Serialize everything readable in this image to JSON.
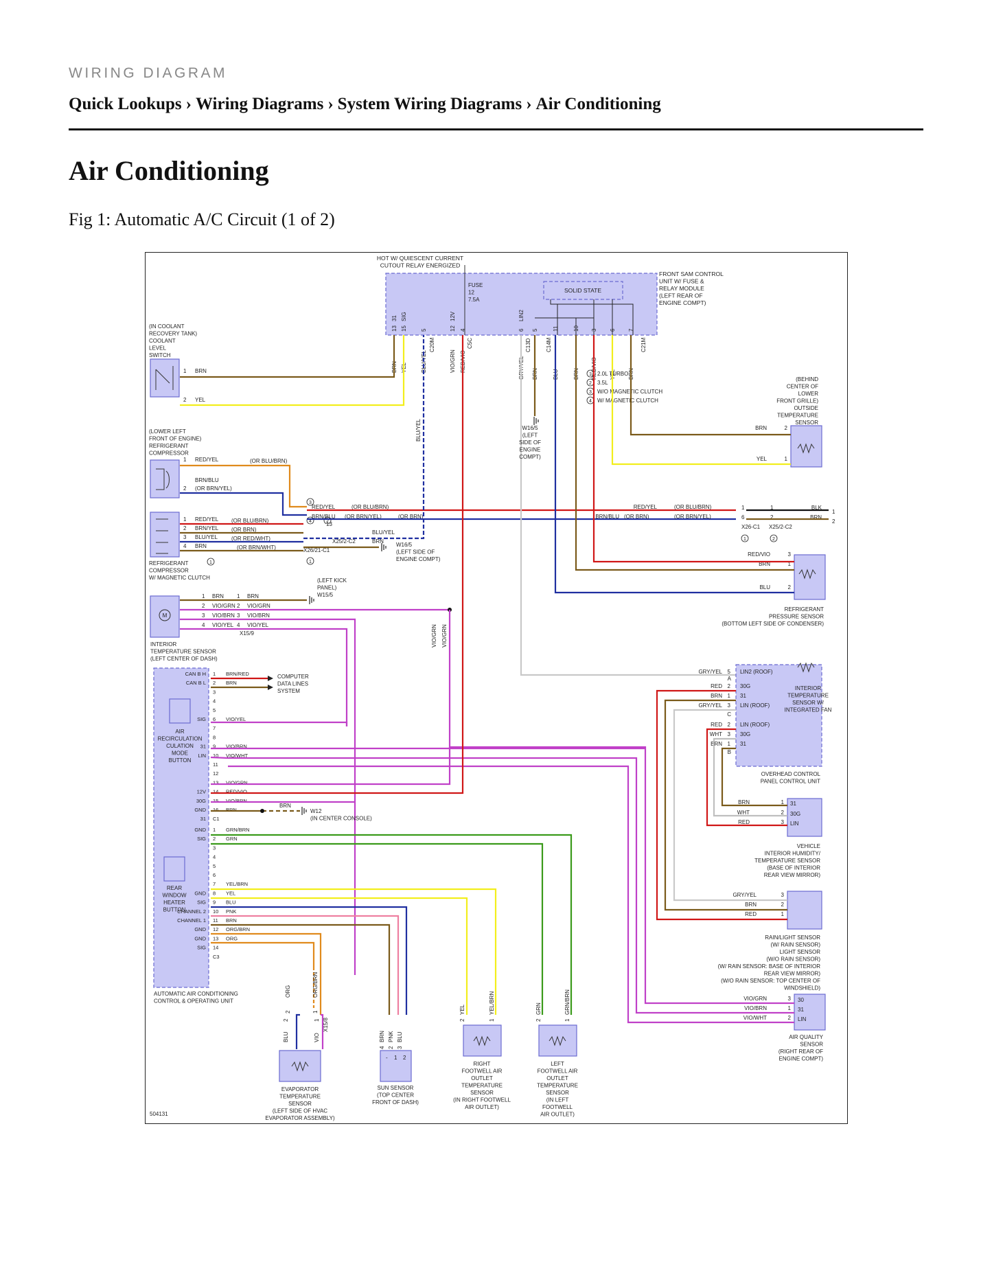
{
  "header": {
    "kicker": "WIRING DIAGRAM",
    "breadcrumb": [
      "Quick Lookups",
      "Wiring Diagrams",
      "System Wiring Diagrams",
      "Air Conditioning"
    ],
    "separator": "›"
  },
  "page_title": "Air Conditioning",
  "figure_caption": "Fig 1: Automatic A/C Circuit (1 of 2)",
  "diagram": {
    "figure_id": "504131",
    "power_note": [
      "HOT W/ QUIESCENT CURRENT",
      "CUTOUT RELAY ENERGIZED"
    ],
    "sam_module": {
      "label": [
        "FRONT SAM CONTROL",
        "UNIT W/ FUSE &",
        "RELAY MODULE",
        "(LEFT REAR OF",
        "ENGINE COMPT)"
      ],
      "fuse": [
        "FUSE",
        "12",
        "7.5A"
      ],
      "solid_state": "SOLID STATE",
      "pins_left": [
        {
          "num": "13",
          "sig": "31",
          "wire": "BRN"
        },
        {
          "num": "15",
          "sig": "SIG",
          "wire": "YEL"
        },
        {
          "num": "5",
          "sig": "",
          "wire": "BLU/YEL"
        },
        {
          "num": "12",
          "sig": "12V",
          "wire": "VIO/GRN"
        },
        {
          "num": "4",
          "sig": "",
          "wire": "RED/VIO"
        }
      ],
      "pins_right": [
        {
          "num": "6",
          "sig": "LIN2",
          "wire": "GRY/YEL"
        },
        {
          "num": "5",
          "sig": "",
          "wire": "BRN"
        },
        {
          "num": "11",
          "sig": "",
          "wire": "BLU"
        },
        {
          "num": "10",
          "sig": "",
          "wire": "BRN"
        },
        {
          "num": "3",
          "sig": "",
          "wire": "RED/VIO"
        },
        {
          "num": "6",
          "sig": "",
          "wire": "YEL"
        },
        {
          "num": "7",
          "sig": "",
          "wire": "BRN"
        }
      ],
      "connectors": [
        "C20M",
        "C5C",
        "C13D",
        "C14M",
        "C21M"
      ]
    },
    "legend": [
      {
        "num": "1",
        "text": "2.0L TURBO"
      },
      {
        "num": "2",
        "text": "3.5L"
      },
      {
        "num": "3",
        "text": "W/O MAGNETIC CLUTCH"
      },
      {
        "num": "4",
        "text": "W/ MAGNETIC CLUTCH"
      }
    ],
    "components": {
      "coolant_switch": [
        "(IN COOLANT",
        "RECOVERY TANK)",
        "COOLANT",
        "LEVEL",
        "SWITCH"
      ],
      "coolant_pins": [
        {
          "pin": "1",
          "wire": "BRN"
        },
        {
          "pin": "2",
          "wire": "YEL"
        }
      ],
      "outside_temp": [
        "(BEHIND",
        "CENTER OF",
        "LOWER",
        "FRONT GRILLE)",
        "OUTSIDE",
        "TEMPERATURE",
        "SENSOR"
      ],
      "outside_pins": [
        {
          "pin": "2",
          "wire": "BRN"
        },
        {
          "pin": "1",
          "wire": "YEL"
        }
      ],
      "compressor": [
        "(LOWER LEFT",
        "FRONT OF ENGINE)",
        "REFRIGERANT",
        "COMPRESSOR"
      ],
      "compressor_pins": [
        {
          "pin": "1",
          "wire": "RED/YEL",
          "alt": "(OR BLU/BRN)"
        },
        {
          "pin": "2",
          "wire": "BRN/BLU",
          "alt": "(OR BRN/YEL)"
        }
      ],
      "compressor_clutch": [
        "REFRIGERANT",
        "COMPRESSOR",
        "W/ MAGNETIC CLUTCH"
      ],
      "clutch_pins": [
        {
          "pin": "1",
          "wire": "RED/YEL",
          "alt": "(OR BLU/BRN)"
        },
        {
          "pin": "2",
          "wire": "BRN/YEL",
          "alt": "(OR BRN)"
        },
        {
          "pin": "3",
          "wire": "BLU/YEL",
          "alt": "(OR RED/WHT)"
        },
        {
          "pin": "4",
          "wire": "BRN",
          "alt": "(OR BRN/WHT)"
        }
      ],
      "mid_wires": [
        {
          "wire": "RED/YEL",
          "alt": "(OR BLU/BRN)"
        },
        {
          "wire": "BRN/BLU",
          "alt": "(OR BRN/YEL)",
          "alt2": "(OR BRN)"
        },
        {
          "wire": "BLU/YEL"
        },
        {
          "wire": "BRN"
        }
      ],
      "mid_connectors": [
        "X25/2-C2",
        "X26/21-C1",
        "13"
      ],
      "right_wires": [
        {
          "wire": "RED/YEL",
          "alt": "(OR BLU/BRN)",
          "pin": "1",
          "pin2": "1",
          "end": "BLK"
        },
        {
          "wire": "BRN/BLU",
          "alt": "(OR BRN)",
          "alt2": "(OR BRN/YEL)",
          "pin": "6",
          "pin2": "2",
          "end": "BRN"
        }
      ],
      "right_connectors": [
        "X26-C1",
        "X25/2-C2"
      ],
      "ground_w16_top": [
        "W16/5",
        "(LEFT",
        "SIDE OF",
        "ENGINE",
        "COMPT)"
      ],
      "ground_w16_mid": [
        "W16/5",
        "(LEFT SIDE OF",
        "ENGINE COMPT)"
      ],
      "pressure_sensor": [
        "REFRIGERANT",
        "PRESSURE SENSOR",
        "(BOTTOM LEFT SIDE OF CONDENSER)"
      ],
      "pressure_pins": [
        {
          "pin": "3",
          "wire": "RED/VIO"
        },
        {
          "pin": "1",
          "wire": "BRN"
        },
        {
          "pin": "2",
          "wire": "BLU"
        }
      ],
      "interior_temp_dash": [
        "INTERIOR",
        "TEMPERATURE SENSOR",
        "(LEFT CENTER OF DASH)"
      ],
      "dash_pins": [
        {
          "pin": "1",
          "wire": "BRN"
        },
        {
          "pin": "2",
          "wire": "VIO/GRN"
        },
        {
          "pin": "3",
          "wire": "VIO/BRN"
        },
        {
          "pin": "4",
          "wire": "VIO/YEL"
        }
      ],
      "dash_connector": "X15/9",
      "kick_ground": [
        "(LEFT KICK",
        "PANEL)",
        "W15/5"
      ],
      "vertical_labels": [
        "VIO/GRN",
        "VIO/GRN"
      ],
      "overhead": [
        "OVERHEAD CONTROL",
        "PANEL CONTROL UNIT"
      ],
      "overhead_inner": [
        "INTERIOR",
        "TEMPERATURE",
        "SENSOR W/",
        "INTEGRATED FAN"
      ],
      "overhead_pins": [
        {
          "pin": "5",
          "wire": "GRY/YEL",
          "sig": "LIN2 (ROOF)"
        },
        {
          "pin": "2",
          "wire": "RED",
          "sig": "30G"
        },
        {
          "pin": "1",
          "wire": "BRN",
          "sig": "31"
        },
        {
          "pin": "3",
          "wire": "GRY/YEL",
          "sig": "LIN (ROOF)"
        },
        {
          "pin": "2",
          "wire": "RED",
          "sig": "LIN (ROOF)"
        },
        {
          "pin": "3",
          "wire": "WHT",
          "sig": "30G"
        },
        {
          "pin": "1",
          "wire": "BRN",
          "sig": "31"
        }
      ],
      "overhead_connectors": [
        "A",
        "C",
        "B"
      ],
      "humidity": [
        "VEHICLE",
        "INTERIOR HUMIDITY/",
        "TEMPERATURE SENSOR",
        "(BASE OF INTERIOR",
        "REAR VIEW MIRROR)"
      ],
      "humidity_pins": [
        {
          "pin": "1",
          "wire": "BRN",
          "sig": "31"
        },
        {
          "pin": "2",
          "wire": "WHT",
          "sig": "30G"
        },
        {
          "pin": "3",
          "wire": "RED",
          "sig": "LIN"
        }
      ],
      "rain": [
        "RAIN/LIGHT SENSOR",
        "(W/ RAIN SENSOR)",
        "LIGHT SENSOR",
        "(W/O RAIN SENSOR)",
        "(W/ RAIN SENSOR: BASE OF INTERIOR",
        "REAR VIEW MIRROR)",
        "(W/O RAIN SENSOR: TOP CENTER OF",
        "WINDSHIELD)"
      ],
      "rain_pins": [
        {
          "pin": "3",
          "wire": "GRY/YEL"
        },
        {
          "pin": "2",
          "wire": "BRN"
        },
        {
          "pin": "1",
          "wire": "RED"
        }
      ],
      "air_quality": [
        "AIR QUALITY",
        "SENSOR",
        "(RIGHT REAR OF",
        "ENGINE COMPT)"
      ],
      "aq_pins": [
        {
          "pin": "3",
          "wire": "VIO/GRN",
          "sig": "30"
        },
        {
          "pin": "1",
          "wire": "VIO/BRN",
          "sig": "31"
        },
        {
          "pin": "2",
          "wire": "VIO/WHT",
          "sig": "LIN"
        }
      ],
      "control_unit": [
        "AUTOMATIC AIR CONDITIONING",
        "CONTROL & OPERATING UNIT"
      ],
      "recirc": [
        "AIR",
        "RECIRCULATION",
        "CULATION",
        "MODE",
        "BUTTON"
      ],
      "rear_window": [
        "REAR",
        "WINDOW",
        "HEATER",
        "BUTTON"
      ],
      "c1_pins": [
        {
          "pin": "1",
          "sig": "CAN B H",
          "wire": "BRN/RED"
        },
        {
          "pin": "2",
          "sig": "CAN B L",
          "wire": "BRN"
        },
        {
          "pin": "3",
          "sig": "",
          "wire": ""
        },
        {
          "pin": "4",
          "sig": "",
          "wire": ""
        },
        {
          "pin": "5",
          "sig": "",
          "wire": ""
        },
        {
          "pin": "6",
          "sig": "SIG",
          "wire": "VIO/YEL"
        },
        {
          "pin": "7",
          "sig": "",
          "wire": ""
        },
        {
          "pin": "8",
          "sig": "",
          "wire": ""
        },
        {
          "pin": "9",
          "sig": "",
          "wire": "VIO/BRN"
        },
        {
          "pin": "10",
          "sig": "LIN",
          "wire": "VIO/WHT"
        },
        {
          "pin": "11",
          "sig": "",
          "wire": ""
        },
        {
          "pin": "12",
          "sig": "",
          "wire": ""
        },
        {
          "pin": "13",
          "sig": "",
          "wire": "VIO/GRN"
        },
        {
          "pin": "14",
          "sig": "12V",
          "wire": "RED/VIO"
        },
        {
          "pin": "15",
          "sig": "30G",
          "wire": "VIO/BRN"
        },
        {
          "pin": "16",
          "sig": "GND",
          "wire": "BRN"
        }
      ],
      "c1_extra_sigs": {
        "31_at_9": "31",
        "31_at_16": "31"
      },
      "c1_connector": "C1",
      "can_label": [
        "COMPUTER",
        "DATA LINES",
        "SYSTEM"
      ],
      "w12": [
        "W12",
        "(IN CENTER CONSOLE)"
      ],
      "w12_wire": "BRN",
      "c3_pins": [
        {
          "pin": "1",
          "sig": "GND",
          "wire": "GRN/BRN"
        },
        {
          "pin": "2",
          "sig": "SIG",
          "wire": "GRN"
        },
        {
          "pin": "3",
          "sig": "",
          "wire": ""
        },
        {
          "pin": "4",
          "sig": "",
          "wire": ""
        },
        {
          "pin": "5",
          "sig": "",
          "wire": ""
        },
        {
          "pin": "6",
          "sig": "",
          "wire": ""
        },
        {
          "pin": "7",
          "sig": "",
          "wire": "YEL/BRN"
        },
        {
          "pin": "8",
          "sig": "GND",
          "wire": "YEL"
        },
        {
          "pin": "9",
          "sig": "SIG",
          "wire": "BLU"
        },
        {
          "pin": "10",
          "sig": "CHANNEL 2",
          "wire": "PNK"
        },
        {
          "pin": "11",
          "sig": "CHANNEL 1",
          "wire": "BRN"
        },
        {
          "pin": "12",
          "sig": "GND",
          "wire": "ORG/BRN"
        },
        {
          "pin": "13",
          "sig": "GND",
          "wire": "ORG"
        },
        {
          "pin": "14",
          "sig": "SIG",
          "wire": ""
        }
      ],
      "c3_connector": "C3",
      "evap": [
        "EVAPORATOR",
        "TEMPERATURE",
        "SENSOR",
        "(LEFT SIDE OF HVAC",
        "EVAPORATOR ASSEMBLY)"
      ],
      "evap_wires": [
        {
          "pin": "2",
          "wire": "BLU"
        },
        {
          "pin": "1",
          "wire": "VIO"
        },
        {
          "pin": "2",
          "wire": "ORG"
        },
        {
          "pin": "1",
          "wire": "ORG/BRN"
        }
      ],
      "evap_connector": "X15/8",
      "sun": [
        "SUN SENSOR",
        "(TOP CENTER",
        "FRONT OF DASH)"
      ],
      "sun_wires": [
        {
          "pin": "4",
          "wire": "BRN"
        },
        {
          "pin": "2",
          "wire": "PNK"
        },
        {
          "pin": "3",
          "wire": "BLU"
        }
      ],
      "sun_box_pins": [
        "-",
        "1",
        "2"
      ],
      "right_footwell": [
        "RIGHT",
        "FOOTWELL AIR",
        "OUTLET",
        "TEMPERATURE",
        "SENSOR",
        "(IN RIGHT FOOTWELL",
        "AIR OUTLET)"
      ],
      "rf_wires": [
        {
          "pin": "2",
          "wire": "YEL"
        },
        {
          "pin": "1",
          "wire": "YEL/BRN"
        }
      ],
      "left_footwell": [
        "LEFT",
        "FOOTWELL AIR",
        "OUTLET",
        "TEMPERATURE",
        "SENSOR",
        "(IN LEFT",
        "FOOTWELL",
        "AIR OUTLET)"
      ],
      "lf_wires": [
        {
          "pin": "2",
          "wire": "GRN"
        },
        {
          "pin": "1",
          "wire": "GRN/BRN"
        }
      ]
    },
    "wire_colors": {
      "BRN": "#7a5a1a",
      "YEL": "#f2ee1c",
      "BLU": "#1f2fa0",
      "RED": "#d01616",
      "VIO": "#c040c8",
      "GRN": "#3a9a1a",
      "ORG": "#e08a1c",
      "PNK": "#ee7fa0",
      "GRY": "#c8c8c8",
      "WHT": "#bfbfbf",
      "BLK": "#111111",
      "component_fill": "#c8c8f5",
      "component_stroke": "#6a6ad0"
    }
  }
}
